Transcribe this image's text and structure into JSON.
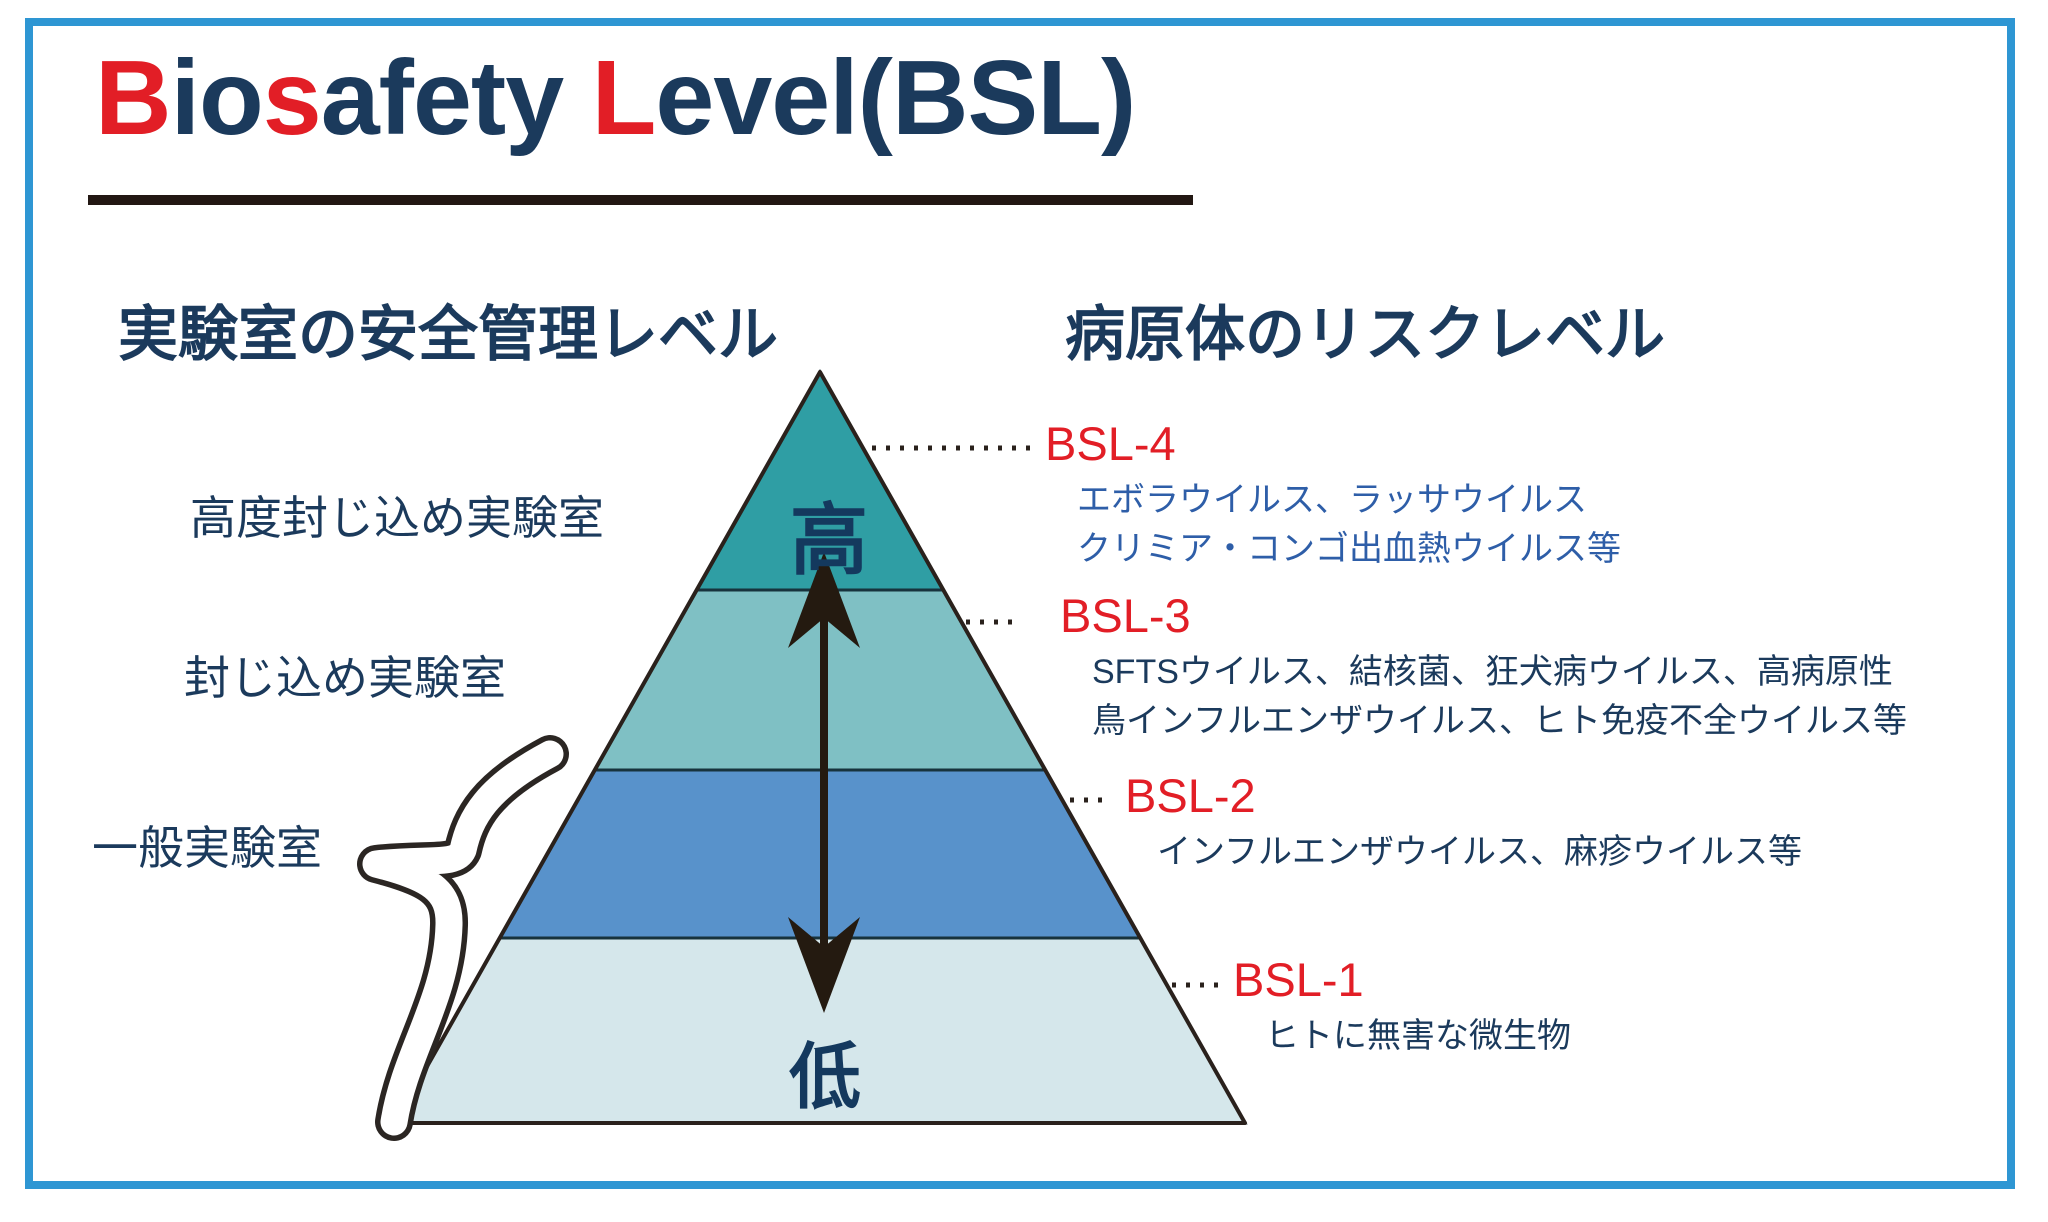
{
  "title": {
    "segments": [
      {
        "text": "B",
        "color": "#E21E26"
      },
      {
        "text": "io",
        "color": "#1B3A5C"
      },
      {
        "text": "s",
        "color": "#E21E26"
      },
      {
        "text": "afety ",
        "color": "#1B3A5C"
      },
      {
        "text": "L",
        "color": "#E21E26"
      },
      {
        "text": "evel(BSL)",
        "color": "#1B3A5C"
      }
    ],
    "full_text": "Biosafety Level(BSL)"
  },
  "headings": {
    "left": "実験室の安全管理レベル",
    "right": "病原体のリスクレベル"
  },
  "lab_levels": [
    "高度封じ込め実験室",
    "封じ込め実験室",
    "一般実験室"
  ],
  "scale": {
    "high": "高",
    "low": "低"
  },
  "levels": [
    {
      "label": "BSL-4",
      "band_color": "#2F9EA4",
      "organism_color": "#2E5EA8",
      "organisms": [
        "エボラウイルス、ラッサウイルス",
        "クリミア・コンゴ出血熱ウイルス等"
      ]
    },
    {
      "label": "BSL-3",
      "band_color": "#7FC0C4",
      "organism_color": "#1B3A5C",
      "organisms": [
        "SFTSウイルス、結核菌、狂犬病ウイルス、高病原性",
        "鳥インフルエンザウイルス、ヒト免疫不全ウイルス等"
      ]
    },
    {
      "label": "BSL-2",
      "band_color": "#5892CB",
      "organism_color": "#1B3A5C",
      "organisms": [
        "インフルエンザウイルス、麻疹ウイルス等"
      ]
    },
    {
      "label": "BSL-1",
      "band_color": "#D5E7EB",
      "organism_color": "#1B3A5C",
      "organisms": [
        "ヒトに無害な微生物"
      ]
    }
  ],
  "colors": {
    "bsl_red": "#E21E26",
    "navy": "#1B3A5C",
    "frame_blue": "#2E96D3",
    "band_outline": "#17333D",
    "ink": "#2A211C",
    "arrow": "#241A10",
    "underline": "#221713",
    "brace_outline": "#2B2623",
    "brace_fill": "#FFFFFF"
  }
}
